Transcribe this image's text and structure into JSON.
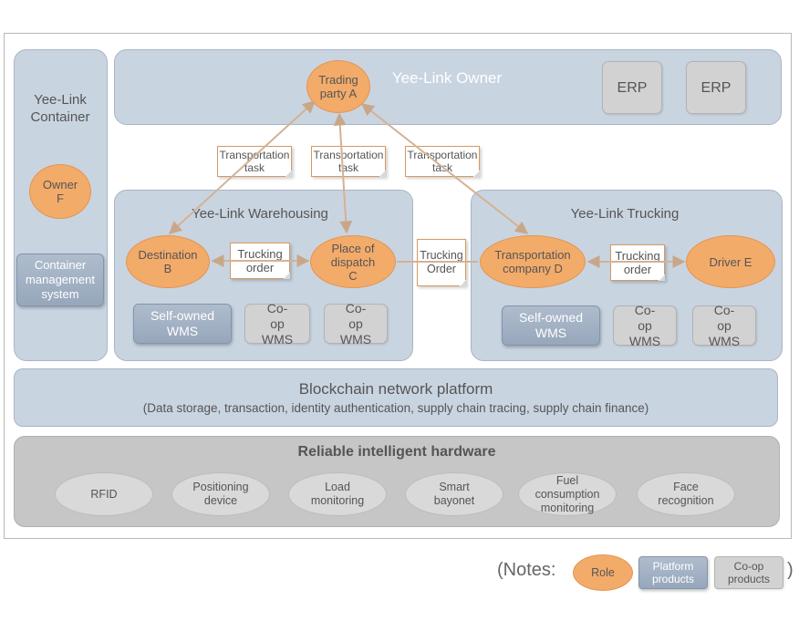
{
  "owner": {
    "title": "Yee-Link Owner",
    "role": "Trading party A",
    "erp": [
      "ERP",
      "ERP"
    ]
  },
  "container": {
    "title": "Yee-Link Container",
    "role": "Owner F",
    "system": "Container management system"
  },
  "warehousing": {
    "title": "Yee-Link Warehousing",
    "role_b": "Destination B",
    "role_c": "Place of dispatch C",
    "order": "Trucking order",
    "self_owned": "Self-owned WMS",
    "coop": [
      "Co-op WMS",
      "Co-op WMS"
    ]
  },
  "trucking": {
    "title": "Yee-Link Trucking",
    "role_d": "Transportation company D",
    "role_e": "Driver E",
    "order": "Trucking order",
    "self_owned": "Self-owned WMS",
    "coop": [
      "Co-op WMS",
      "Co-op WMS"
    ]
  },
  "transport_tasks": [
    "Transportation task",
    "Transportation task",
    "Transportation task"
  ],
  "cross_order": "Trucking Order",
  "blockchain": {
    "title": "Blockchain network platform",
    "subtitle": "(Data storage, transaction, identity authentication, supply chain tracing, supply chain finance)"
  },
  "hardware": {
    "title": "Reliable intelligent hardware",
    "items": [
      "RFID",
      "Positioning device",
      "Load monitoring",
      "Smart bayonet",
      "Fuel consumption monitoring",
      "Face recognition"
    ]
  },
  "notes": {
    "open": "(Notes:",
    "role": "Role",
    "platform": "Platform products",
    "coop": "Co-op products",
    "close": ")"
  },
  "colors": {
    "role": "#f3ab6a",
    "platform_panel": "#c9d4e1",
    "hardware_panel": "#c6c6c6",
    "arrow": "#d4b294"
  }
}
